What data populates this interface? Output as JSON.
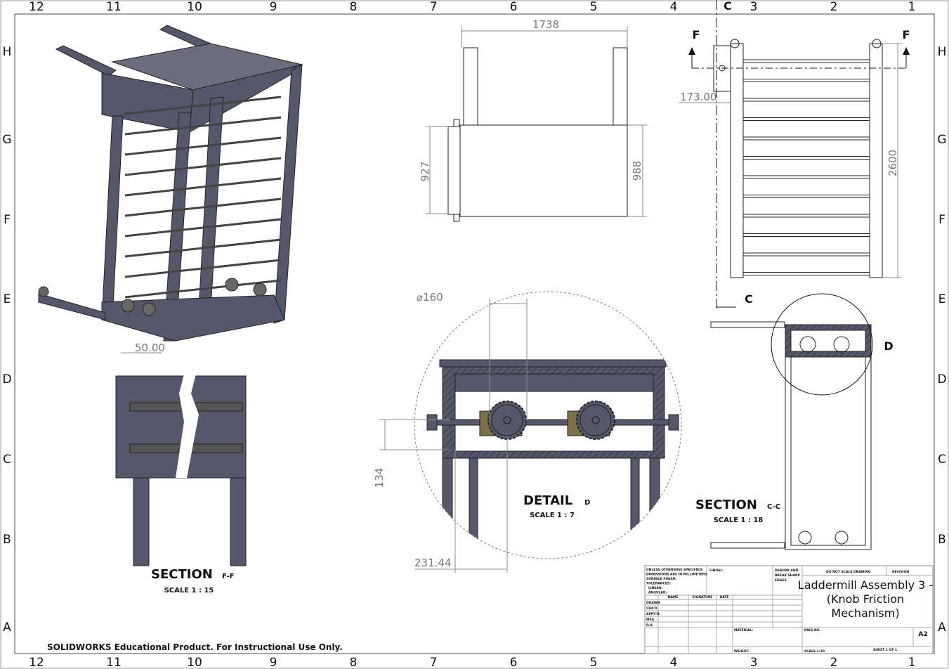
{
  "border": {
    "columns": [
      "12",
      "11",
      "10",
      "9",
      "8",
      "7",
      "6",
      "5",
      "4",
      "3",
      "2",
      "1"
    ],
    "rows": [
      "H",
      "G",
      "F",
      "E",
      "D",
      "C",
      "B",
      "A"
    ]
  },
  "views": {
    "front": {
      "dim_width": "1738",
      "dim_left_height": "927",
      "dim_right_height": "988"
    },
    "side": {
      "dim_height": "2600",
      "dim_offset": "173.00",
      "section_mark_f": "F",
      "section_mark_c": "C"
    },
    "section_ff": {
      "title": "SECTION",
      "suffix": "F-F",
      "scale": "SCALE 1 : 15",
      "dim": "50.00"
    },
    "detail_d": {
      "title": "DETAIL",
      "suffix": "D",
      "scale": "SCALE 1 : 7",
      "dim_diameter": "⌀160",
      "dim_height": "134",
      "dim_offset": "231.44"
    },
    "section_cc": {
      "title": "SECTION",
      "suffix": "C-C",
      "scale": "SCALE 1 : 18",
      "detail_mark": "D"
    }
  },
  "title_block": {
    "tolerance_note": [
      "UNLESS OTHERWISE SPECIFIED:",
      "DIMENSIONS ARE IN MILLIMETERS",
      "SURFACE FINISH:",
      "TOLERANCES:",
      "LINEAR:",
      "ANGULAR:"
    ],
    "finish": "FINISH:",
    "deburr": [
      "DEBURR AND",
      "BREAK SHARP",
      "EDGES"
    ],
    "do_not_scale": "DO NOT SCALE DRAWING",
    "revision": "REVISION",
    "col_headers": [
      "NAME",
      "SIGNATURE",
      "DATE"
    ],
    "row_labels": [
      "DRAWN",
      "CHK'D",
      "APPV'D",
      "MFG",
      "Q.A"
    ],
    "material": "MATERIAL:",
    "weight": "WEIGHT:",
    "dwg_no": "DWG NO.",
    "title": [
      "Laddermill Assembly 3 -",
      "(Knob Friction",
      "Mechanism)"
    ],
    "size": "A2",
    "scale": "SCALE:1:20",
    "sheet": "SHEET 1 OF 1"
  },
  "footer": "SOLIDWORKS Educational Product. For Instructional Use Only."
}
